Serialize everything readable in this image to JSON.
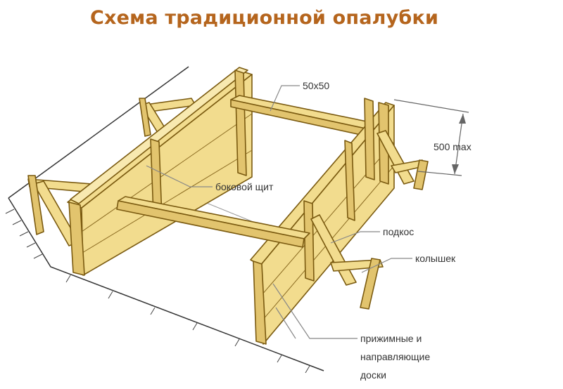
{
  "title": "Схема традиционной опалубки",
  "labels": {
    "lumber_size": "50x50",
    "height_dim": "500 max",
    "side_panel": "боковой щит",
    "brace": "подкос",
    "stake": "колышек",
    "boards_line1": "прижимные и",
    "boards_line2": "направляющие",
    "boards_line3": "доски"
  },
  "colors": {
    "title": "#b5651d",
    "wood": "#f2dc8e",
    "wood_outline": "#7a5a10",
    "label_text": "#333333",
    "leader": "#888888"
  }
}
